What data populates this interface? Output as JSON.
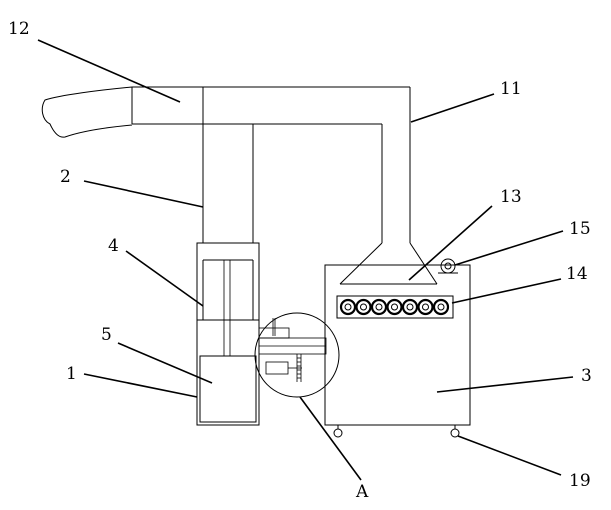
{
  "figure": {
    "title": "Device schematic with callout labels",
    "callouts": [
      {
        "id": "c12",
        "text": "12"
      },
      {
        "id": "c11",
        "text": "11"
      },
      {
        "id": "c2",
        "text": "2"
      },
      {
        "id": "c13",
        "text": "13"
      },
      {
        "id": "c15",
        "text": "15"
      },
      {
        "id": "c4",
        "text": "4"
      },
      {
        "id": "c14",
        "text": "14"
      },
      {
        "id": "c5",
        "text": "5"
      },
      {
        "id": "c1",
        "text": "1"
      },
      {
        "id": "c3",
        "text": "3"
      },
      {
        "id": "c19",
        "text": "19"
      },
      {
        "id": "cA",
        "text": "A"
      }
    ],
    "roller_count": 7
  }
}
